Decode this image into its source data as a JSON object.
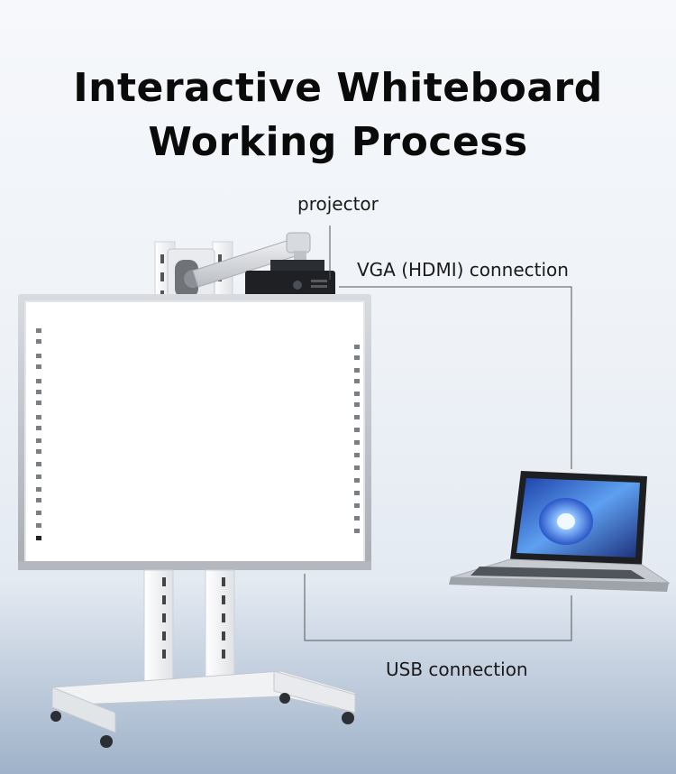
{
  "title": {
    "line1": "Interactive Whiteboard",
    "line2": "Working Process"
  },
  "labels": {
    "projector": "projector",
    "vga": "VGA (HDMI) connection",
    "usb": "USB connection"
  },
  "colors": {
    "title": "#0a0a0a",
    "connection_line": "#555555",
    "board_frame": "#b9bcc1",
    "board_surface": "#ffffff",
    "stand": "#f1f2f4",
    "laptop_body": "#c9ccd1",
    "laptop_screen": "#3f6fd6"
  }
}
